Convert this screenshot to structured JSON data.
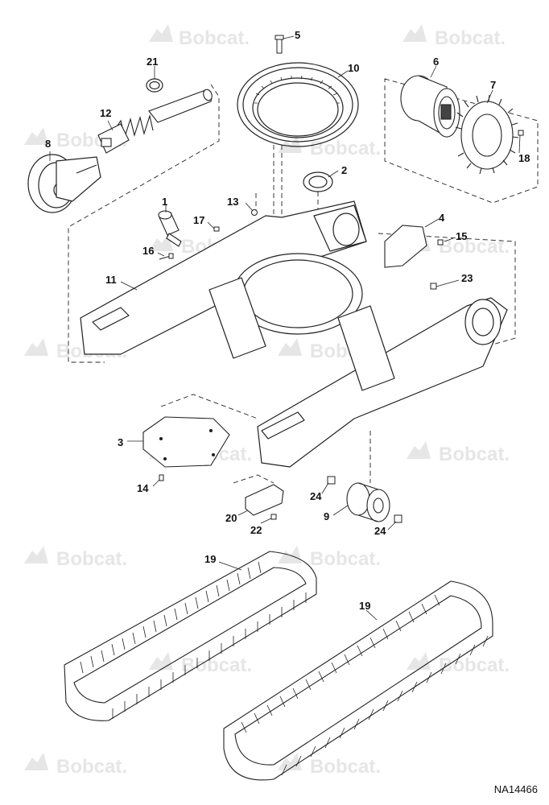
{
  "watermark_text": "Bobcat.",
  "figure_id": "NA14466",
  "callouts": [
    "1",
    "2",
    "3",
    "4",
    "5",
    "6",
    "7",
    "8",
    "9",
    "10",
    "11",
    "12",
    "13",
    "14",
    "15",
    "16",
    "17",
    "18",
    "19",
    "20",
    "21",
    "22",
    "23",
    "24"
  ],
  "colors": {
    "line": "#222222",
    "watermark": "#e4e4e4",
    "background": "#ffffff"
  }
}
